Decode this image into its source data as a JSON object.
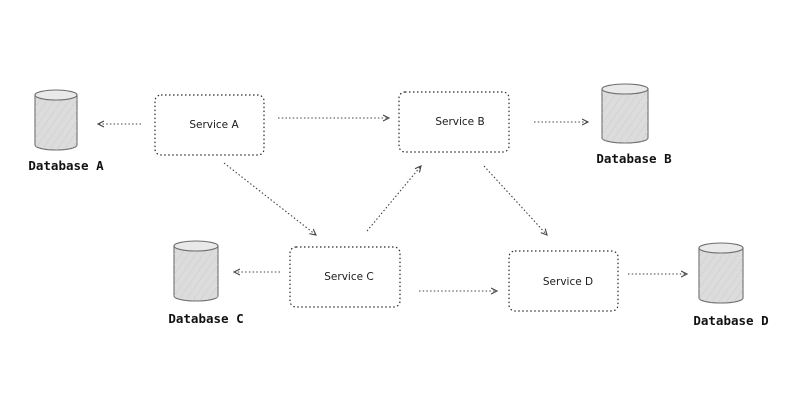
{
  "services": {
    "a": "Service A",
    "b": "Service B",
    "c": "Service C",
    "d": "Service D"
  },
  "databases": {
    "a": "Database A",
    "b": "Database B",
    "c": "Database C",
    "d": "Database D"
  },
  "colors": {
    "database_fill": "#dcdcdc",
    "database_stroke": "#6e6e6e",
    "connector": "#444444"
  }
}
